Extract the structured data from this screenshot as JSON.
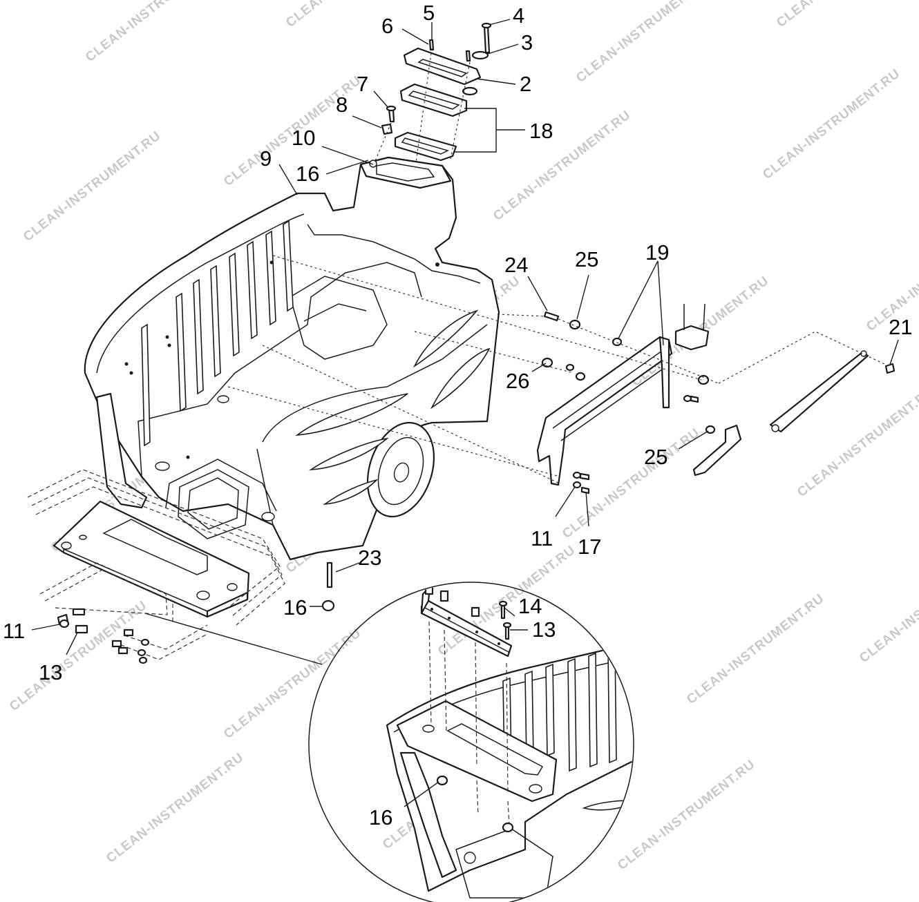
{
  "figure": {
    "watermark": "CLEAN-INSTRUMENT.RU",
    "callouts": [
      {
        "id": "c5",
        "text": "5"
      },
      {
        "id": "c4",
        "text": "4"
      },
      {
        "id": "c6",
        "text": "6"
      },
      {
        "id": "c3",
        "text": "3"
      },
      {
        "id": "c7",
        "text": "7"
      },
      {
        "id": "c2",
        "text": "2"
      },
      {
        "id": "c8",
        "text": "8"
      },
      {
        "id": "c18",
        "text": "18"
      },
      {
        "id": "c10",
        "text": "10"
      },
      {
        "id": "c9",
        "text": "9"
      },
      {
        "id": "c16a",
        "text": "16"
      },
      {
        "id": "c24",
        "text": "24"
      },
      {
        "id": "c25a",
        "text": "25"
      },
      {
        "id": "c19",
        "text": "19"
      },
      {
        "id": "c21",
        "text": "21"
      },
      {
        "id": "c26",
        "text": "26"
      },
      {
        "id": "c25b",
        "text": "25"
      },
      {
        "id": "c11a",
        "text": "11"
      },
      {
        "id": "c17",
        "text": "17"
      },
      {
        "id": "c23",
        "text": "23"
      },
      {
        "id": "c16b",
        "text": "16"
      },
      {
        "id": "c14",
        "text": "14"
      },
      {
        "id": "c13a",
        "text": "13"
      },
      {
        "id": "c11b",
        "text": "11"
      },
      {
        "id": "c13b",
        "text": "13"
      },
      {
        "id": "c16c",
        "text": "16"
      }
    ]
  }
}
